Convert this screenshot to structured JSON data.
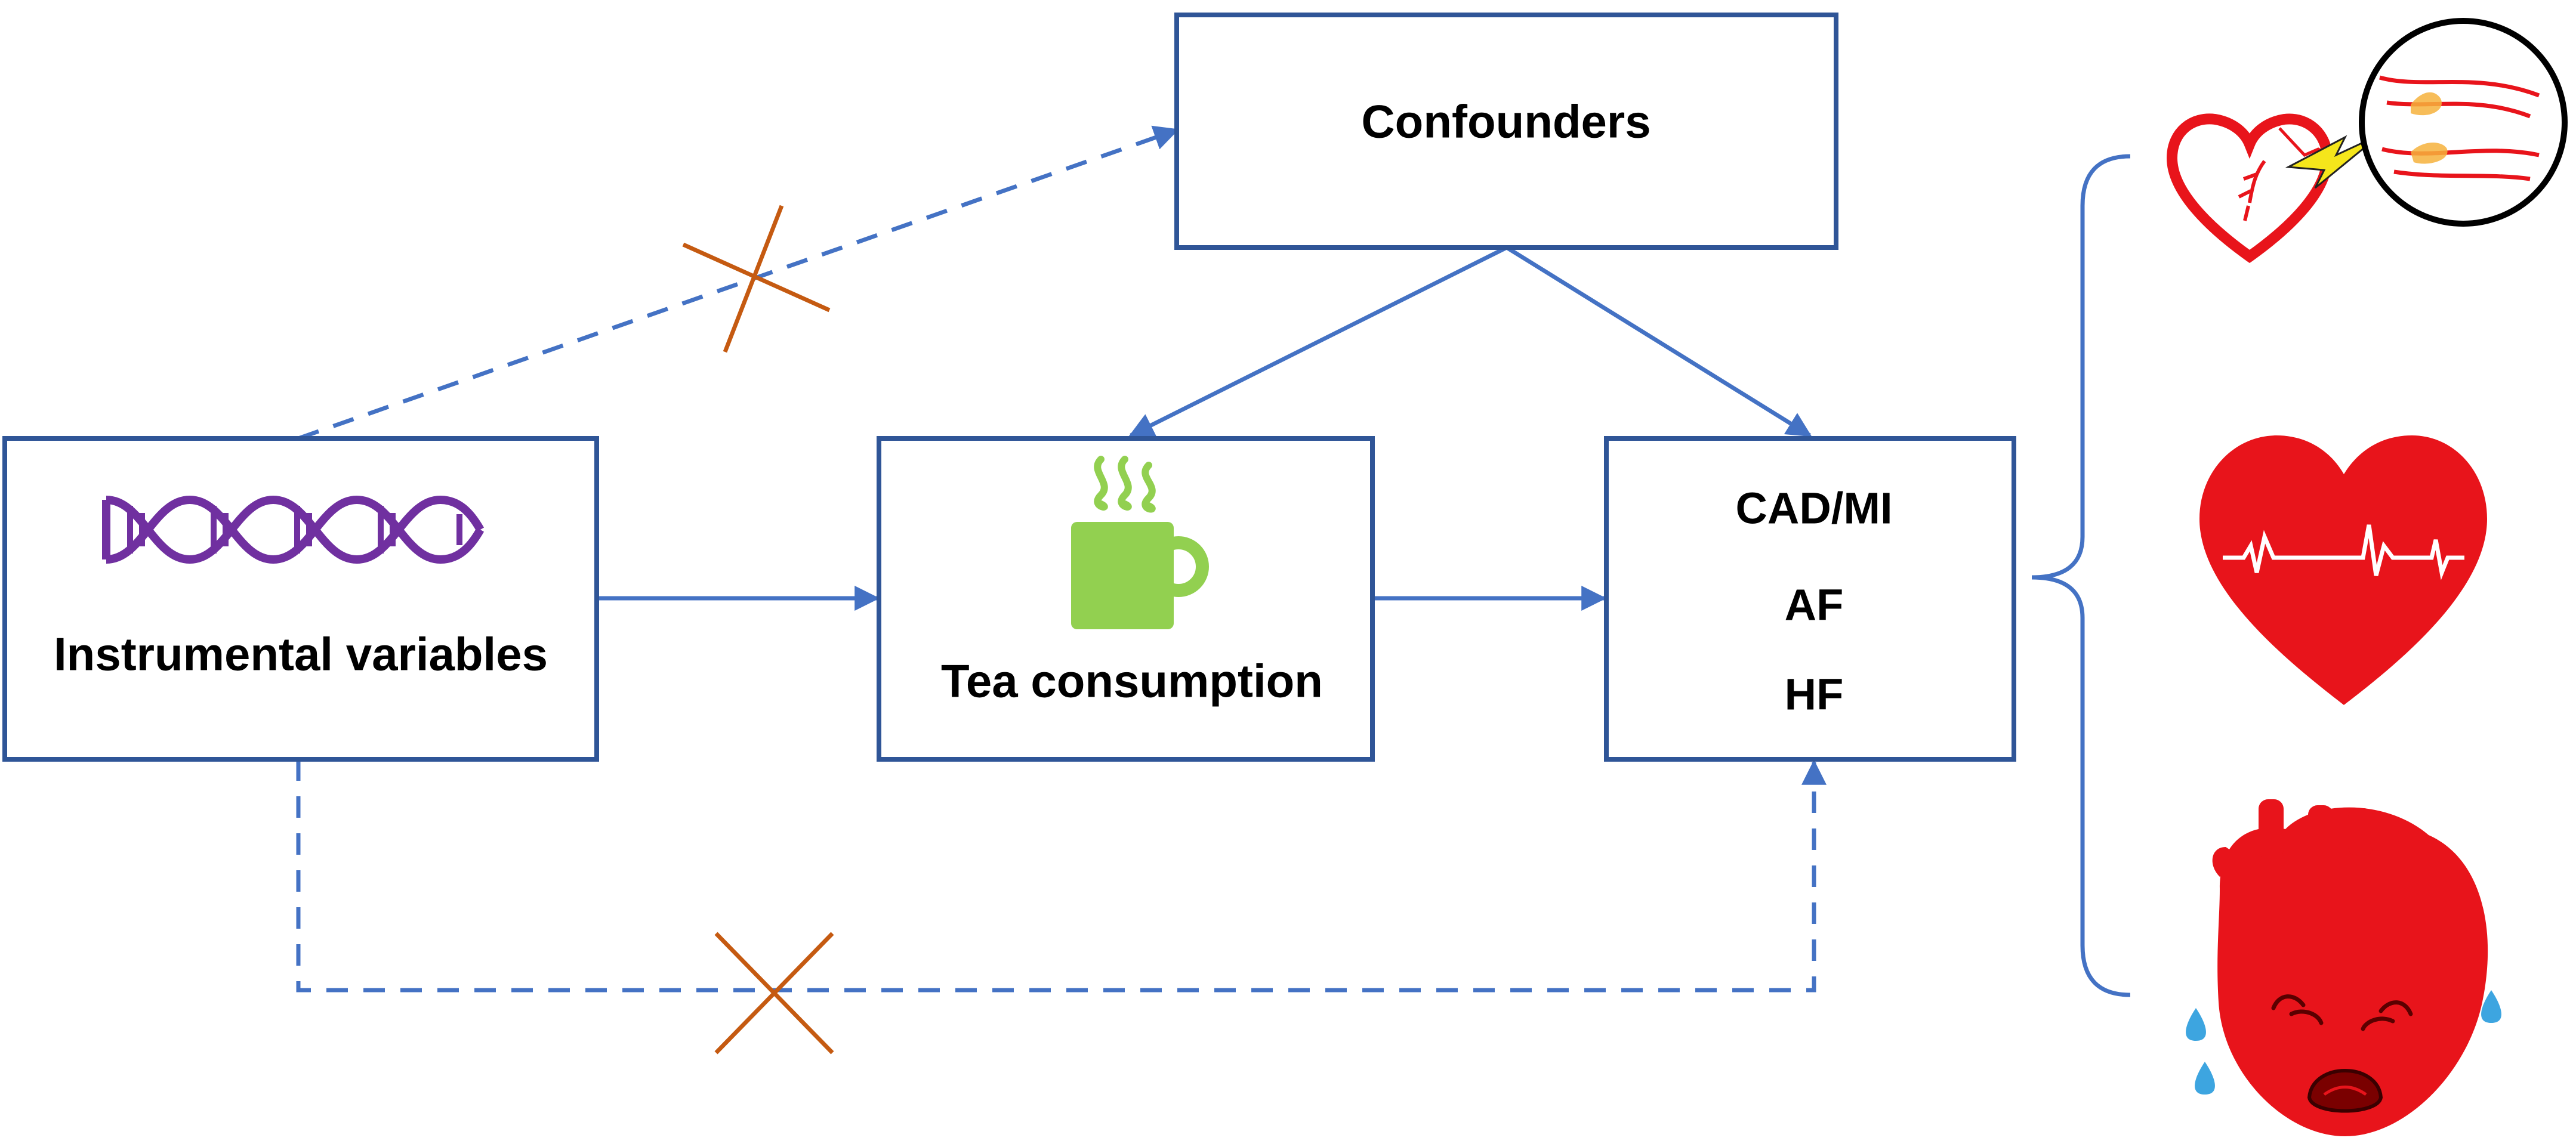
{
  "nodes": {
    "confounders": {
      "label": "Confounders"
    },
    "instrumental": {
      "label": "Instrumental variables",
      "icon": "dna-icon"
    },
    "tea": {
      "label": "Tea consumption",
      "icon": "tea-cup-icon"
    },
    "outcomes": {
      "lines": [
        "CAD/MI",
        "AF",
        "HF"
      ]
    }
  },
  "edges": [
    {
      "from": "instrumental",
      "to": "confounders",
      "style": "dashed",
      "blocked": true
    },
    {
      "from": "instrumental",
      "to": "tea",
      "style": "solid",
      "blocked": false
    },
    {
      "from": "tea",
      "to": "outcomes",
      "style": "solid",
      "blocked": false
    },
    {
      "from": "confounders",
      "to": "tea",
      "style": "solid",
      "blocked": false
    },
    {
      "from": "confounders",
      "to": "outcomes",
      "style": "solid",
      "blocked": false
    },
    {
      "from": "instrumental",
      "to": "outcomes",
      "style": "dashed",
      "blocked": true
    }
  ],
  "outcome_illustrations": [
    "coronary-artery-heart-icon",
    "ecg-heart-icon",
    "failing-heart-icon"
  ],
  "colors": {
    "box_border": "#2f5597",
    "arrow": "#4472c4",
    "blocked_mark": "#c55a11",
    "dna": "#7030a0",
    "tea_cup": "#92d050",
    "heart_red": "#e8141b",
    "tear_blue": "#3da5e0",
    "plaque_yellow": "#f6b13c",
    "lightning": "#f5e61b"
  }
}
